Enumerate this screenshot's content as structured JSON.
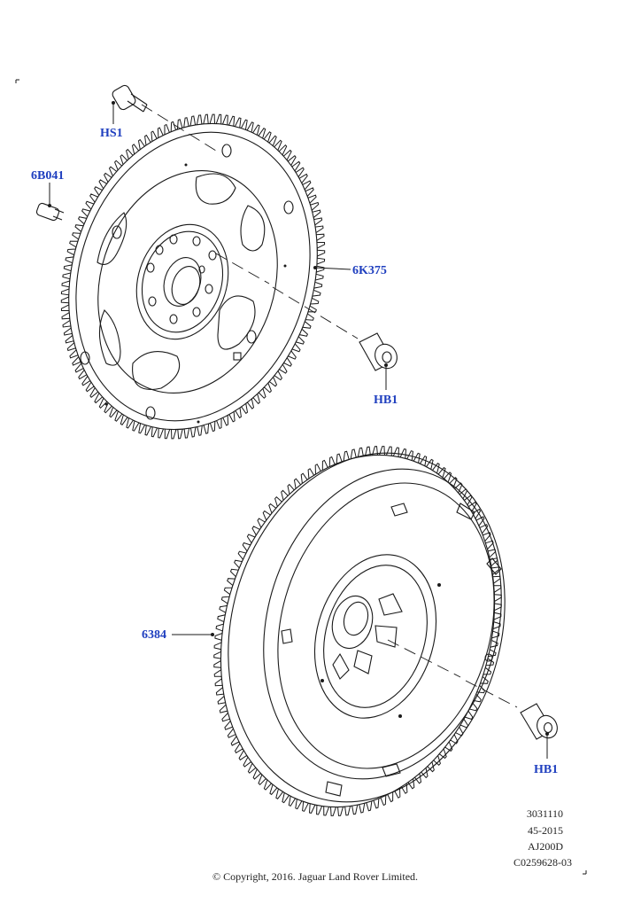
{
  "callouts": {
    "hs1": "HS1",
    "b6_041": "6B041",
    "k6_375": "6K375",
    "hb1_upper": "HB1",
    "p6384": "6384",
    "hb1_lower": "HB1"
  },
  "reference": {
    "line1": "3031110",
    "line2": "45-2015",
    "line3": "AJ200D",
    "line4": "C0259628-03"
  },
  "copyright": "© Copyright, 2016. Jaguar Land Rover Limited.",
  "colors": {
    "callout": "#1f3fbf",
    "ink": "#1a1a1a"
  }
}
